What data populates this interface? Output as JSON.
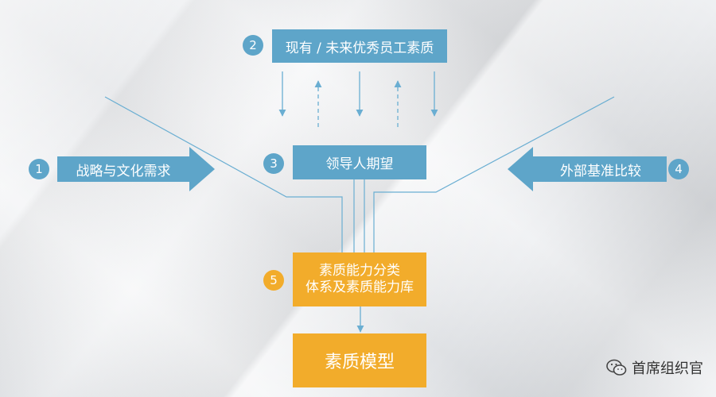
{
  "nodes": {
    "strategy": {
      "number": "1",
      "label": "战略与文化需求"
    },
    "qualities": {
      "number": "2",
      "label": "现有 / 未来优秀员工素质"
    },
    "leaders": {
      "number": "3",
      "label": "领导人期望"
    },
    "benchmark": {
      "number": "4",
      "label": "外部基准比较"
    },
    "library": {
      "number": "5",
      "line1": "素质能力分类",
      "line2": "体系及素质能力库"
    },
    "model": {
      "label": "素质模型"
    }
  },
  "watermark": {
    "text": "首席组织官",
    "icon": "wechat-icon"
  },
  "colors": {
    "blue": "#5ea5c9",
    "orange": "#f2ac2b",
    "line": "#6aaed2"
  }
}
